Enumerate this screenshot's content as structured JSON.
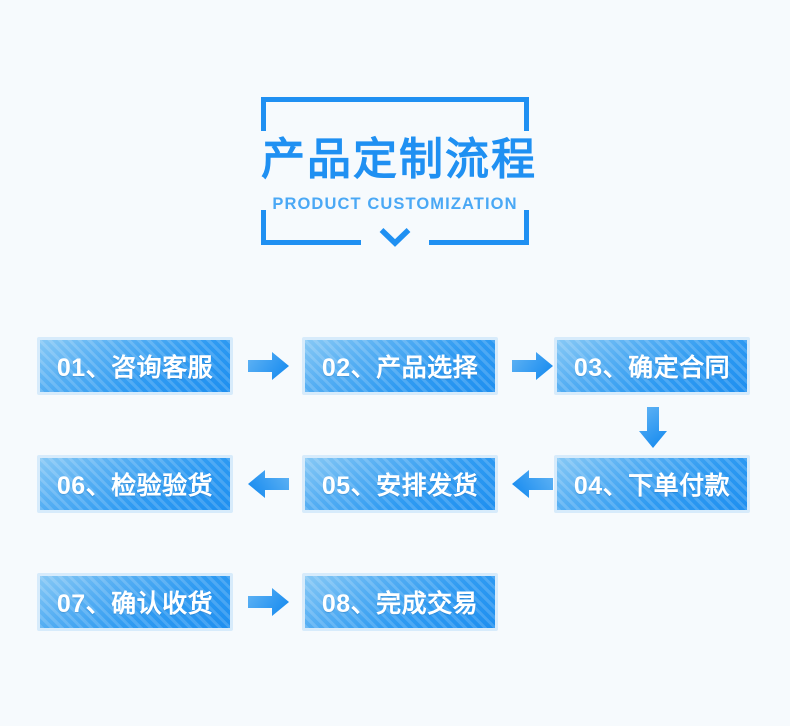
{
  "header": {
    "title_cn": "产品定制流程",
    "title_en": "PRODUCT CUSTOMIZATION",
    "chevron_icon": "chevron-down-icon",
    "frame_color": "#1f90f2",
    "title_color": "#1f90f2",
    "subtitle_color": "#4aa8f5"
  },
  "theme": {
    "background": "#f6fafd",
    "box_border": "#d7ebfb",
    "box_gradient_start": "#86c8f5",
    "box_gradient_end": "#1e8ff0",
    "arrow_color": "#2f9bf2",
    "text_color": "#ffffff"
  },
  "flow": {
    "rows": [
      {
        "direction": "right",
        "steps": [
          {
            "label": "01、咨询客服",
            "number": "01",
            "name": "咨询客服"
          },
          {
            "label": "02、产品选择",
            "number": "02",
            "name": "产品选择"
          },
          {
            "label": "03、确定合同",
            "number": "03",
            "name": "确定合同"
          }
        ]
      },
      {
        "direction": "left",
        "steps": [
          {
            "label": "06、检验验货",
            "number": "06",
            "name": "检验验货"
          },
          {
            "label": "05、安排发货",
            "number": "05",
            "name": "安排发货"
          },
          {
            "label": "04、下单付款",
            "number": "04",
            "name": "下单付款"
          }
        ]
      },
      {
        "direction": "right",
        "steps": [
          {
            "label": "07、确认收货",
            "number": "07",
            "name": "确认收货"
          },
          {
            "label": "08、完成交易",
            "number": "08",
            "name": "完成交易"
          }
        ]
      }
    ],
    "connectors": [
      {
        "icon": "arrow-right-icon",
        "from": "01、咨询客服",
        "to": "02、产品选择"
      },
      {
        "icon": "arrow-right-icon",
        "from": "02、产品选择",
        "to": "03、确定合同"
      },
      {
        "icon": "arrow-down-icon",
        "from": "03、确定合同",
        "to": "04、下单付款"
      },
      {
        "icon": "arrow-left-icon",
        "from": "04、下单付款",
        "to": "05、安排发货"
      },
      {
        "icon": "arrow-left-icon",
        "from": "05、安排发货",
        "to": "06、检验验货"
      },
      {
        "icon": "arrow-right-icon",
        "from": "07、确认收货",
        "to": "08、完成交易"
      }
    ]
  }
}
